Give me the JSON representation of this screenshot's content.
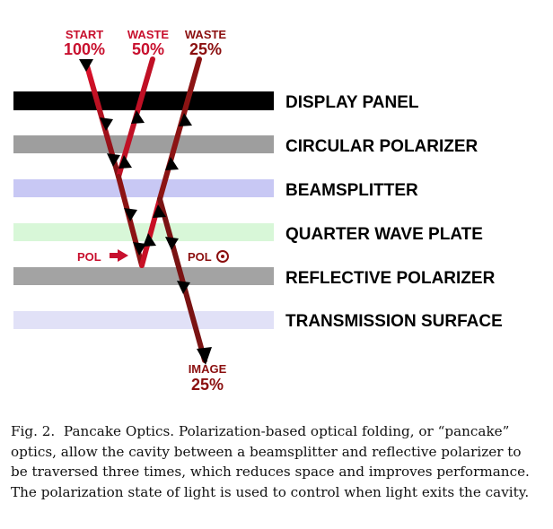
{
  "diagram": {
    "labels": {
      "start_word": "START",
      "start_pct": "100%",
      "waste1_word": "WASTE",
      "waste1_pct": "50%",
      "waste2_word": "WASTE",
      "waste2_pct": "25%",
      "image_word": "IMAGE",
      "image_pct": "25%",
      "pol_left": "POL",
      "pol_right": "POL"
    },
    "layers": [
      {
        "name": "DISPLAY PANEL",
        "color": "#000000"
      },
      {
        "name": "CIRCULAR POLARIZER",
        "color": "#9e9e9e"
      },
      {
        "name": "BEAMSPLITTER",
        "color": "#c8c8f4"
      },
      {
        "name": "QUARTER WAVE PLATE",
        "color": "#d8f7d8"
      },
      {
        "name": "REFLECTIVE POLARIZER",
        "color": "#a3a3a3"
      },
      {
        "name": "TRANSMISSION SURFACE",
        "color": "#e1e1f7"
      }
    ],
    "colors": {
      "beam_bright": "#e0102b",
      "beam_dark": "#7a1313",
      "label_red": "#c8102e",
      "label_dark": "#8b0f0f"
    }
  },
  "caption": {
    "label": "Fig. 2.",
    "text_line1": "Pancake Optics. Polarization-based optical folding, or “pancake”",
    "text_line2": "optics, allow the cavity between a beamsplitter and reflective polarizer to",
    "text_line3": "be traversed three times, which reduces space and improves performance.",
    "text_line4": "The polarization state of light is used to control when light exits the cavity."
  }
}
